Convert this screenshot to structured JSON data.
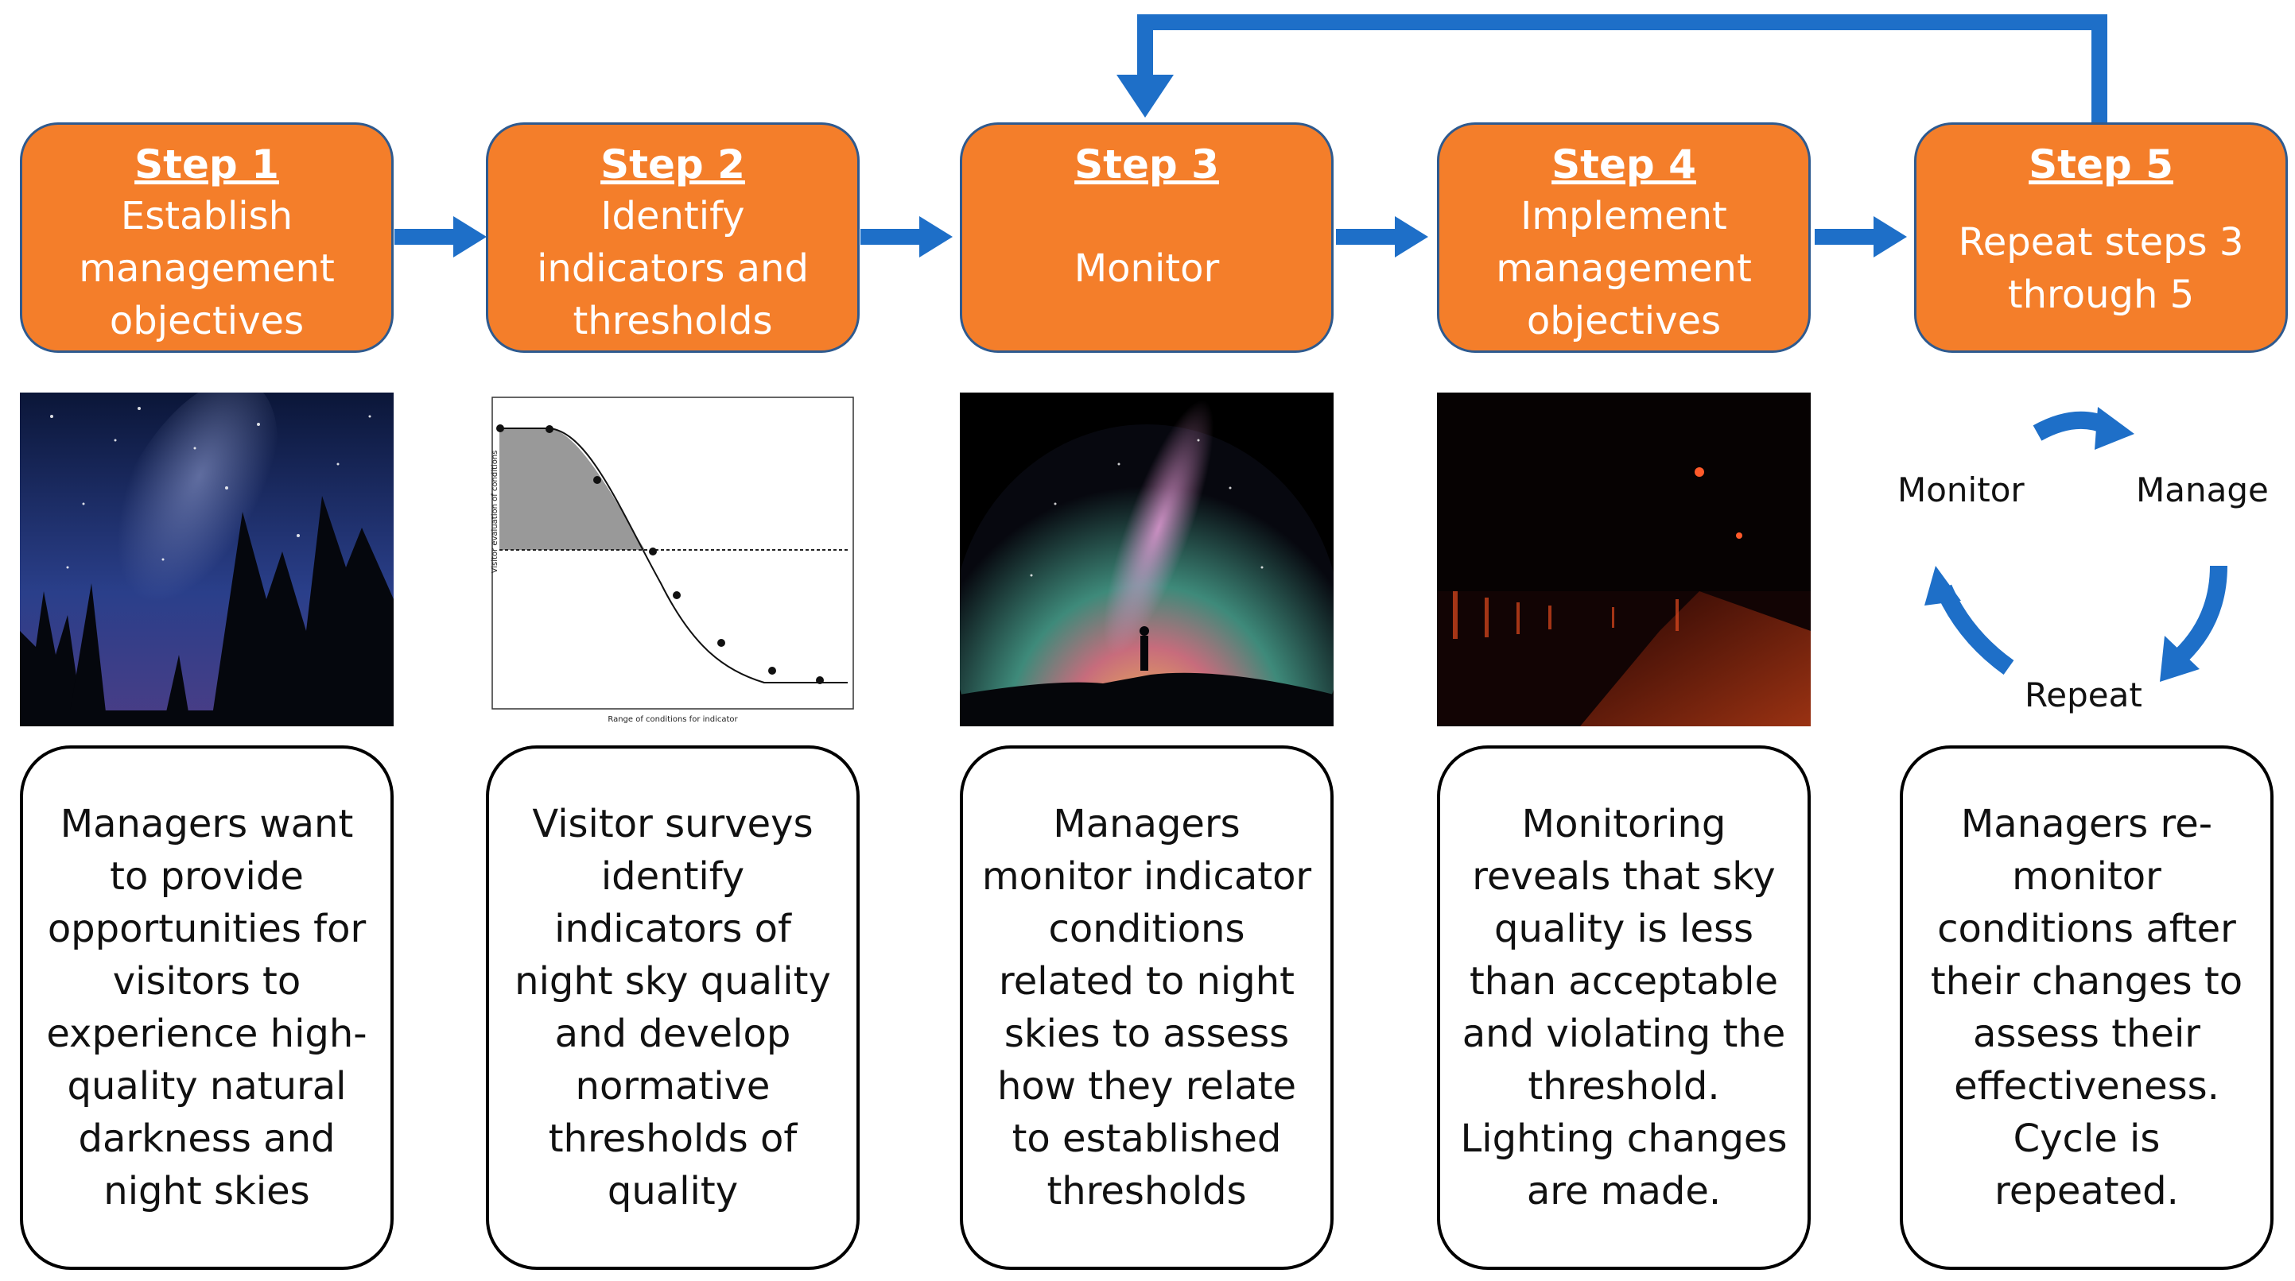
{
  "colors": {
    "step_fill": "#F47E2A",
    "step_border": "#2E5A8F",
    "arrow": "#1E6FC8",
    "text": "#111111"
  },
  "steps": [
    {
      "title": "Step 1",
      "label": "Establish\nmanagement\nobjectives"
    },
    {
      "title": "Step 2",
      "label": "Identify\nindicators and\nthresholds"
    },
    {
      "title": "Step 3",
      "label": "Monitor"
    },
    {
      "title": "Step 4",
      "label": "Implement\nmanagement\nobjectives"
    },
    {
      "title": "Step 5",
      "label": "Repeat steps 3\nthrough 5"
    }
  ],
  "images": [
    {
      "icon": "milky-way-forest-photo"
    },
    {
      "icon": "threshold-curve-graph",
      "ylabel": "Visitor evaluation of conditions",
      "xlabel": "Range of conditions for indicator"
    },
    {
      "icon": "milky-way-person-photo"
    },
    {
      "icon": "red-lit-street-night-photo"
    }
  ],
  "cycle": {
    "monitor": "Monitor",
    "manage": "Manage",
    "repeat": "Repeat"
  },
  "descriptions": [
    "Managers want\nto provide\nopportunities for\nvisitors to\nexperience high-\nquality natural\ndarkness and\nnight skies",
    "Visitor surveys\nidentify\nindicators of\nnight sky quality\nand develop\nnormative\nthresholds of\nquality",
    "Managers\nmonitor indicator\nconditions\nrelated to night\nskies to assess\nhow they relate\nto established\nthresholds",
    "Monitoring\nreveals that sky\nquality is less\nthan acceptable\nand violating the\nthreshold.\nLighting changes\nare made.",
    "Managers re-\nmonitor\nconditions after\ntheir changes to\nassess their\neffectiveness.\nCycle is repeated."
  ]
}
